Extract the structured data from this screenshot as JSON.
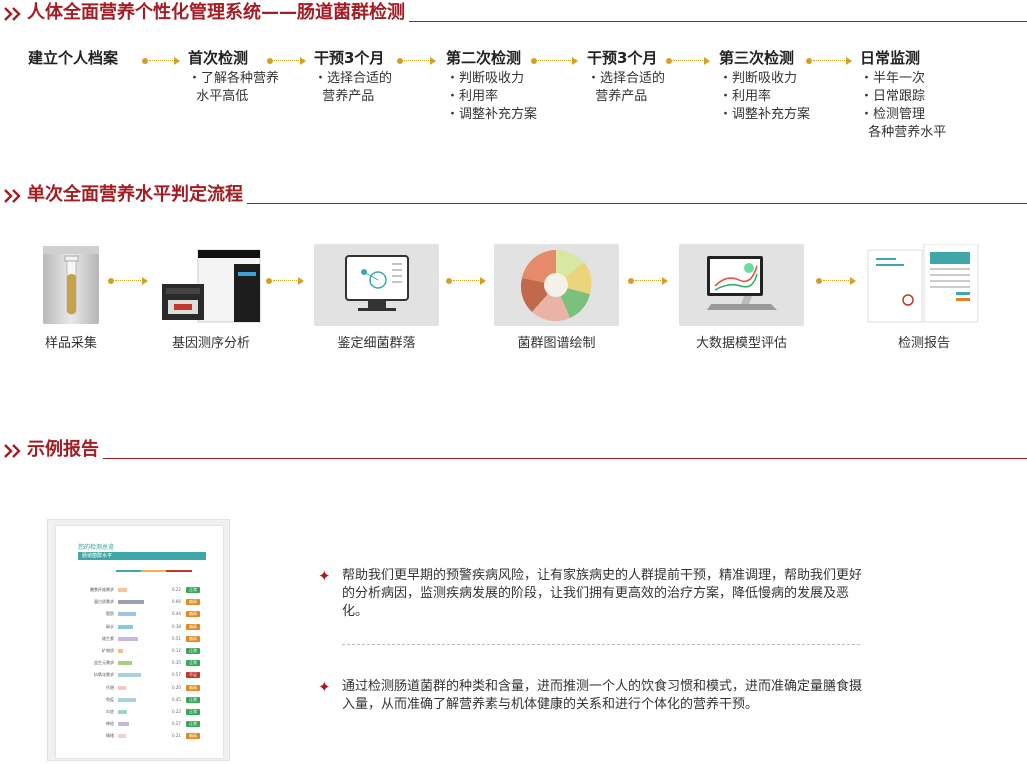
{
  "sections": {
    "s1_title": "人体全面营养个性化管理系统——肠道菌群检测",
    "s2_title": "单次全面营养水平判定流程",
    "s3_title": "示例报告"
  },
  "timeline": [
    {
      "title": "建立个人档案",
      "subs": []
    },
    {
      "title": "首次检测",
      "subs": [
        "・了解各种营养",
        "  水平高低"
      ]
    },
    {
      "title": "干预3个月",
      "subs": [
        "・选择合适的",
        "  营养产品"
      ]
    },
    {
      "title": "第二次检测",
      "subs": [
        "・判断吸收力",
        "・利用率",
        "・调整补充方案"
      ]
    },
    {
      "title": "干预3个月",
      "subs": [
        "・选择合适的",
        "  营养产品"
      ]
    },
    {
      "title": "第三次检测",
      "subs": [
        "・判断吸收力",
        "・利用率",
        "・调整补充方案"
      ]
    },
    {
      "title": "日常监测",
      "subs": [
        "・半年一次",
        "・日常跟踪",
        "・检测管理",
        "  各种营养水平"
      ]
    }
  ],
  "process": [
    {
      "label": "样品采集",
      "icon": "sample-bag-image"
    },
    {
      "label": "基因测序分析",
      "icon": "sequencer-image"
    },
    {
      "label": "鉴定细菌群落",
      "icon": "monitor-analysis-image"
    },
    {
      "label": "菌群图谱绘制",
      "icon": "circular-tree-image"
    },
    {
      "label": "大数据模型评估",
      "icon": "laptop-chart-image"
    },
    {
      "label": "检测报告",
      "icon": "report-image"
    }
  ],
  "report": {
    "head1": "您的检测总览",
    "head2": "肠道菌群水平",
    "rows": [
      {
        "label": "膳食纤维需求",
        "value": "0.22",
        "tag": "正常",
        "color": "#f3c79b"
      },
      {
        "label": "蛋白质需求",
        "value": "0.66",
        "tag": "偏高",
        "color": "#9aa2b1"
      },
      {
        "label": "脂肪",
        "value": "0.44",
        "tag": "偏高",
        "color": "#9fc6e0"
      },
      {
        "label": "碳水",
        "value": "0.38",
        "tag": "偏高",
        "color": "#8cc9d9"
      },
      {
        "label": "维生素",
        "value": "0.51",
        "tag": "偏高",
        "color": "#c7b8dd"
      },
      {
        "label": "矿物质",
        "value": "0.12",
        "tag": "正常",
        "color": "#f3c08c"
      },
      {
        "label": "益生元需求",
        "value": "0.35",
        "tag": "正常",
        "color": "#a9cf7e"
      },
      {
        "label": "抗氧化需求",
        "value": "0.57",
        "tag": "不足",
        "color": "#a9cfe4"
      },
      {
        "label": "代谢",
        "value": "0.20",
        "tag": "偏高",
        "color": "#f4c6c6"
      },
      {
        "label": "免疫",
        "value": "0.45",
        "tag": "正常",
        "color": "#a9cfe4"
      },
      {
        "label": "炎症",
        "value": "0.22",
        "tag": "正常",
        "color": "#9ed4c9"
      },
      {
        "label": "神经",
        "value": "0.27",
        "tag": "正常",
        "color": "#c6b5dc"
      },
      {
        "label": "情绪",
        "value": "0.21",
        "tag": "偏高",
        "color": "#f4cdd6"
      }
    ]
  },
  "bullets": [
    "帮助我们更早期的预警疾病风险，让有家族病史的人群提前干预，精准调理，帮助我们更好的分析病因，监测疾病发展的阶段，让我们拥有更高效的治疗方案，降低慢病的发展及恶化。",
    "通过检测肠道菌群的种类和含量，进而推测一个人的饮食习惯和模式，进而准确定量膳食摄入量，从而准确了解营养素与机体健康的关系和进行个体化的营养干预。"
  ],
  "colors": {
    "accent": "#a31d24",
    "arrow": "#d4a020"
  }
}
